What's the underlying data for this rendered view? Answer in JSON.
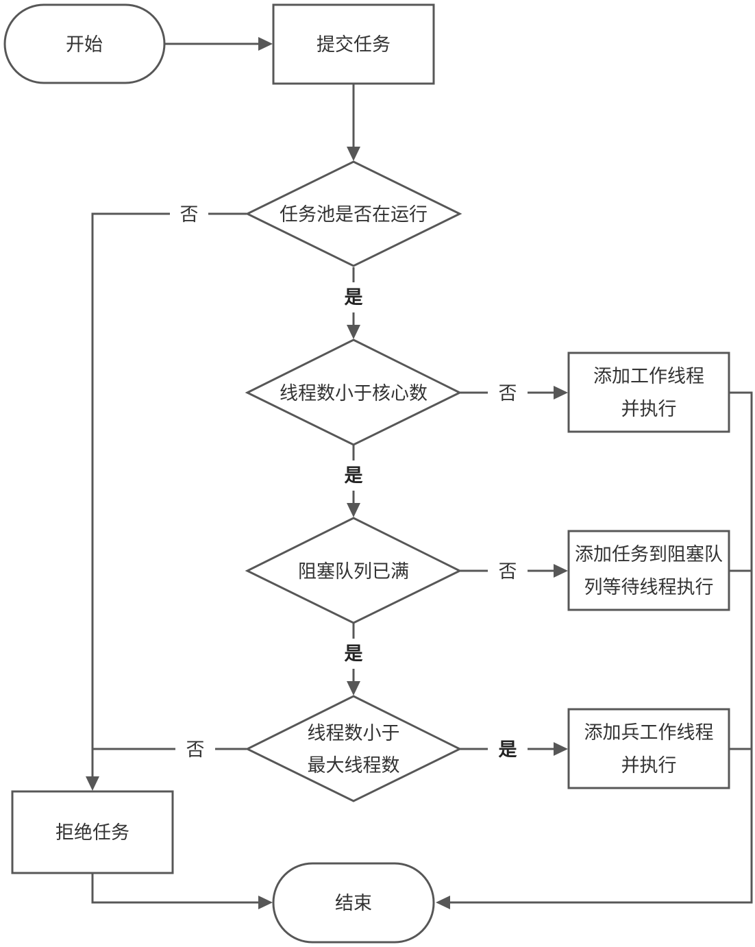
{
  "nodes": {
    "start": "开始",
    "submit": "提交任务",
    "pool_running": "任务池是否在运行",
    "lt_core": "线程数小于核心数",
    "queue_full": "阻塞队列已满",
    "lt_max_line1": "线程数小于",
    "lt_max_line2": "最大线程数",
    "add_worker_line1": "添加工作线程",
    "add_worker_line2": "并执行",
    "add_queue_line1": "添加任务到阻塞队",
    "add_queue_line2": "列等待线程执行",
    "add_extra_line1": "添加兵工作线程",
    "add_extra_line2": "并执行",
    "reject": "拒绝任务",
    "end": "结束"
  },
  "edge_labels": {
    "pool_no": "否",
    "pool_yes": "是",
    "core_no": "否",
    "core_yes": "是",
    "queue_no": "否",
    "queue_yes": "是",
    "max_no": "否",
    "max_yes": "是"
  }
}
